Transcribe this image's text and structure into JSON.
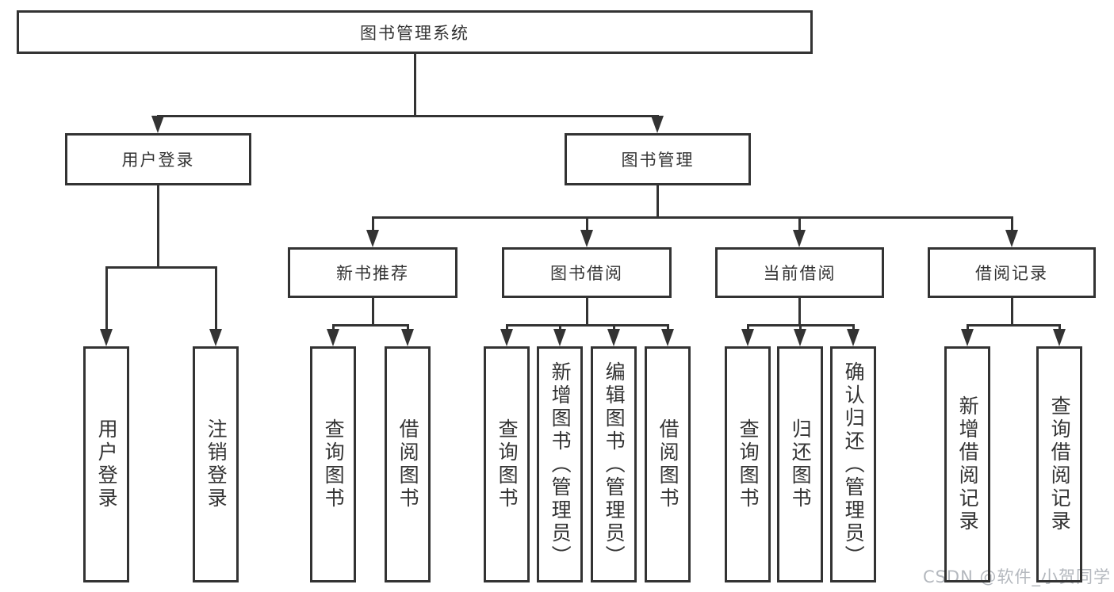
{
  "diagram_title": "图书管理系统",
  "colors": {
    "line": "#333333",
    "text": "#333333",
    "background": "#ffffff",
    "watermark": "#b4b8be"
  },
  "watermark": "CSDN @软件_小贺同学",
  "nodes": {
    "root": {
      "label": "图书管理系统"
    },
    "user_login": {
      "label": "用户登录"
    },
    "book_mgmt": {
      "label": "图书管理"
    },
    "new_rec": {
      "label": "新书推荐"
    },
    "book_borrow": {
      "label": "图书借阅"
    },
    "current_borrow": {
      "label": "当前借阅"
    },
    "borrow_records": {
      "label": "借阅记录"
    },
    "ul_user_login": {
      "label": "用户登录"
    },
    "ul_logout": {
      "label": "注销登录"
    },
    "nr_query": {
      "label": "查询图书"
    },
    "nr_borrow": {
      "label": "借阅图书"
    },
    "bb_query": {
      "label": "查询图书"
    },
    "bb_add": {
      "label": "新增图书（管理员）"
    },
    "bb_edit": {
      "label": "编辑图书（管理员）"
    },
    "bb_borrow": {
      "label": "借阅图书"
    },
    "cb_query": {
      "label": "查询图书"
    },
    "cb_return": {
      "label": "归还图书"
    },
    "cb_confirm": {
      "label": "确认归还（管理员）"
    },
    "br_add": {
      "label": "新增借阅记录"
    },
    "br_query": {
      "label": "查询借阅记录"
    }
  },
  "edges": [
    {
      "parent": "图书管理系统",
      "children": [
        "用户登录",
        "图书管理"
      ]
    },
    {
      "parent": "用户登录",
      "children": [
        "用户登录",
        "注销登录"
      ]
    },
    {
      "parent": "图书管理",
      "children": [
        "新书推荐",
        "图书借阅",
        "当前借阅",
        "借阅记录"
      ]
    },
    {
      "parent": "新书推荐",
      "children": [
        "查询图书",
        "借阅图书"
      ]
    },
    {
      "parent": "图书借阅",
      "children": [
        "查询图书",
        "新增图书（管理员）",
        "编辑图书（管理员）",
        "借阅图书"
      ]
    },
    {
      "parent": "当前借阅",
      "children": [
        "查询图书",
        "归还图书",
        "确认归还（管理员）"
      ]
    },
    {
      "parent": "借阅记录",
      "children": [
        "新增借阅记录",
        "查询借阅记录"
      ]
    }
  ]
}
